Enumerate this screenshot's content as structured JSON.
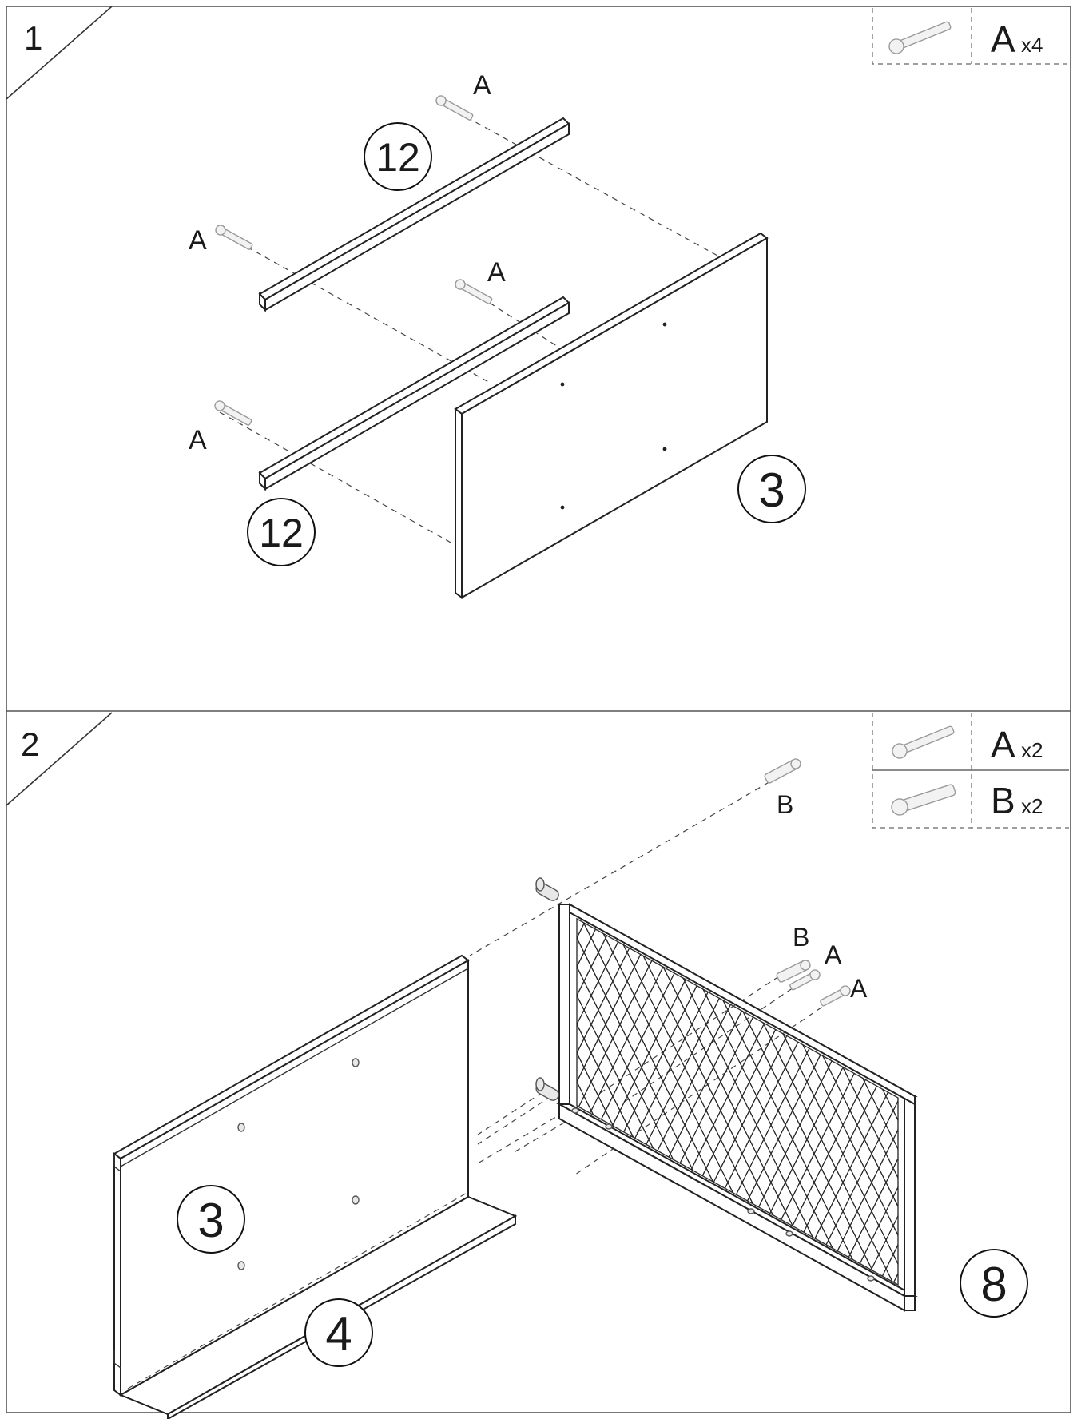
{
  "steps": [
    {
      "number": "1",
      "legend": [
        {
          "letter": "A",
          "qty": "x4",
          "icon": "screw-icon"
        }
      ],
      "callouts": [
        "A",
        "A",
        "A",
        "A"
      ],
      "parts": [
        "12",
        "12",
        "3"
      ]
    },
    {
      "number": "2",
      "legend": [
        {
          "letter": "A",
          "qty": "x2",
          "icon": "screw-icon"
        },
        {
          "letter": "B",
          "qty": "x2",
          "icon": "dowel-icon"
        }
      ],
      "callouts": [
        "B",
        "B",
        "A",
        "A"
      ],
      "parts": [
        "3",
        "4",
        "8"
      ]
    }
  ]
}
